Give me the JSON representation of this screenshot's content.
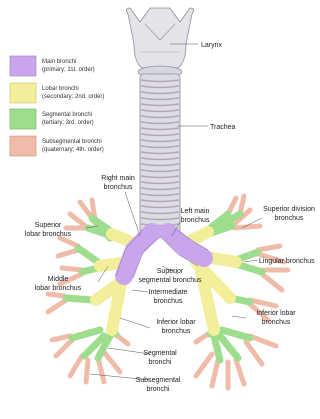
{
  "legend": [
    {
      "title": "Main bronchi",
      "detail": "(primary; 1st. order)",
      "color": "#c9a6ec"
    },
    {
      "title": "Lobar bronchi",
      "detail": "(secondary; 2nd. order)",
      "color": "#f2ee9a"
    },
    {
      "title": "Segmental bronchi",
      "detail": "(tertiary; 3rd. order)",
      "color": "#9edd8e"
    },
    {
      "title": "Subsegmental bronchi",
      "detail": "(quaternary; 4th. order)",
      "color": "#f0bba8"
    }
  ],
  "labels": {
    "larynx": "Larynx",
    "trachea": "Trachea",
    "right_main_1": "Right main",
    "right_main_2": "bronchus",
    "left_main_1": "Left main",
    "left_main_2": "bronchus",
    "sup_lobar_1": "Superior",
    "sup_lobar_2": "lobar bronchus",
    "sup_div_1": "Superior division",
    "sup_div_2": "bronchus",
    "lingular": "Lingular bronchus",
    "middle_1": "Middle",
    "middle_2": "lobar bronchus",
    "sup_seg_1": "Superior",
    "sup_seg_2": "segmental bronchus",
    "intermediate_1": "Intermediate",
    "intermediate_2": "bronchus",
    "inf_lobar_r_1": "Inferior lobar",
    "inf_lobar_r_2": "bronchus",
    "inf_lobar_l_1": "Inferior lobar",
    "inf_lobar_l_2": "bronchus",
    "segmental_1": "Segmental",
    "segmental_2": "bronchi",
    "subsegmental_1": "Subsegmental",
    "subsegmental_2": "bronchi"
  },
  "colors": {
    "main": "#c9a6ec",
    "lobar": "#f2ee9a",
    "segmental": "#9edd8e",
    "subsegmental": "#f0bba8",
    "cartilage": "#dcdde3"
  }
}
